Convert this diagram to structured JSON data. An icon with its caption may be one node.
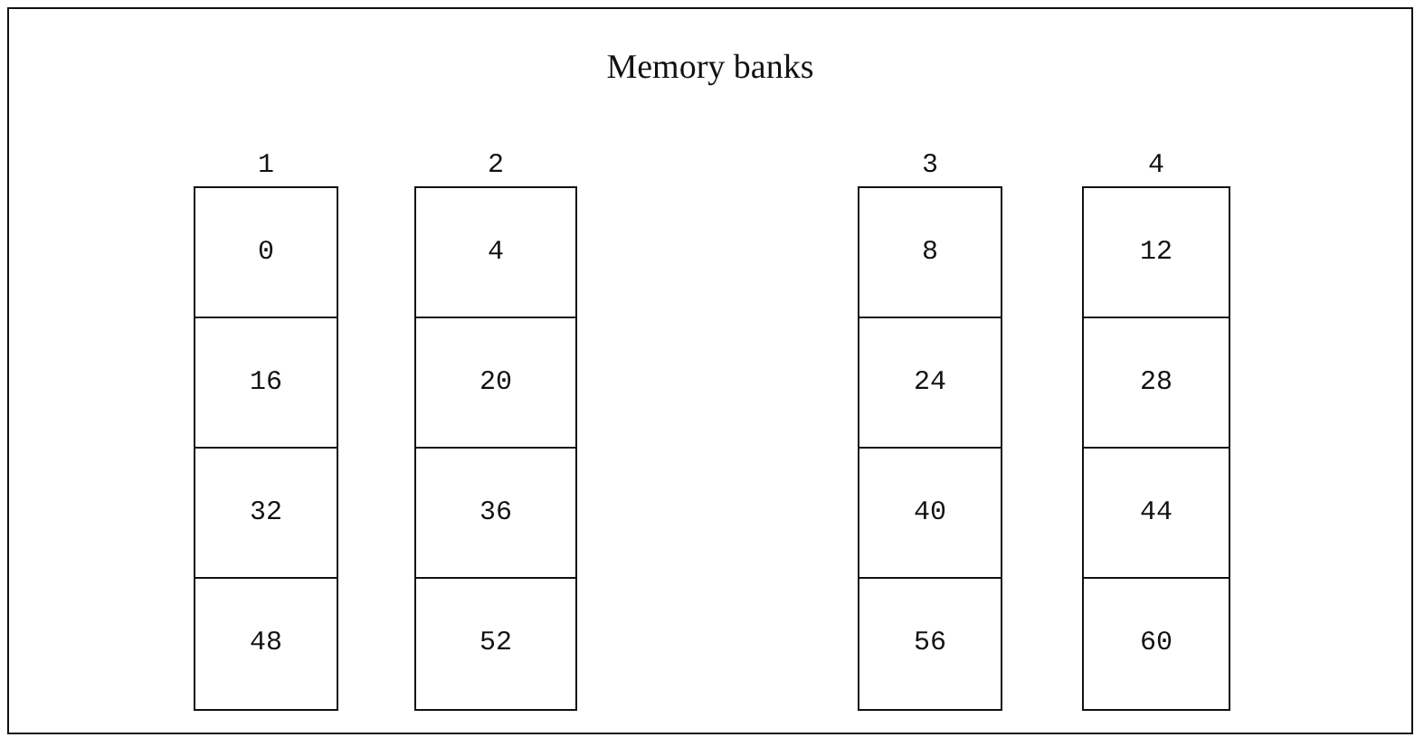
{
  "diagram": {
    "nodes": [
      {
        "text": [
          "Memory banks"
        ]
      },
      {
        "text": [
          "1"
        ],
        "in": 0
      },
      {
        "text": [
          "0"
        ],
        "in": 1
      },
      {
        "text": [
          "16"
        ],
        "in": 1
      },
      {
        "text": [
          "32"
        ],
        "in": 1
      },
      {
        "text": [
          "48"
        ],
        "in": 1
      },
      {
        "text": [
          "2"
        ],
        "in": 0
      },
      {
        "text": [
          "4"
        ],
        "in": 6
      },
      {
        "text": [
          "20"
        ],
        "in": 6
      },
      {
        "text": [
          "36"
        ],
        "in": 6
      },
      {
        "text": [
          "52"
        ],
        "in": 6
      },
      {
        "text": [
          "3"
        ],
        "in": 0
      },
      {
        "text": [
          "8"
        ],
        "in": 11
      },
      {
        "text": [
          "24"
        ],
        "in": 11
      },
      {
        "text": [
          "40"
        ],
        "in": 11
      },
      {
        "text": [
          "56"
        ],
        "in": 11
      },
      {
        "text": [
          "4"
        ],
        "in": 0
      },
      {
        "text": [
          "12"
        ],
        "in": 16
      },
      {
        "text": [
          "28"
        ],
        "in": 16
      },
      {
        "text": [
          "44"
        ],
        "in": 16
      },
      {
        "text": [
          "60"
        ],
        "in": 16
      }
    ]
  }
}
